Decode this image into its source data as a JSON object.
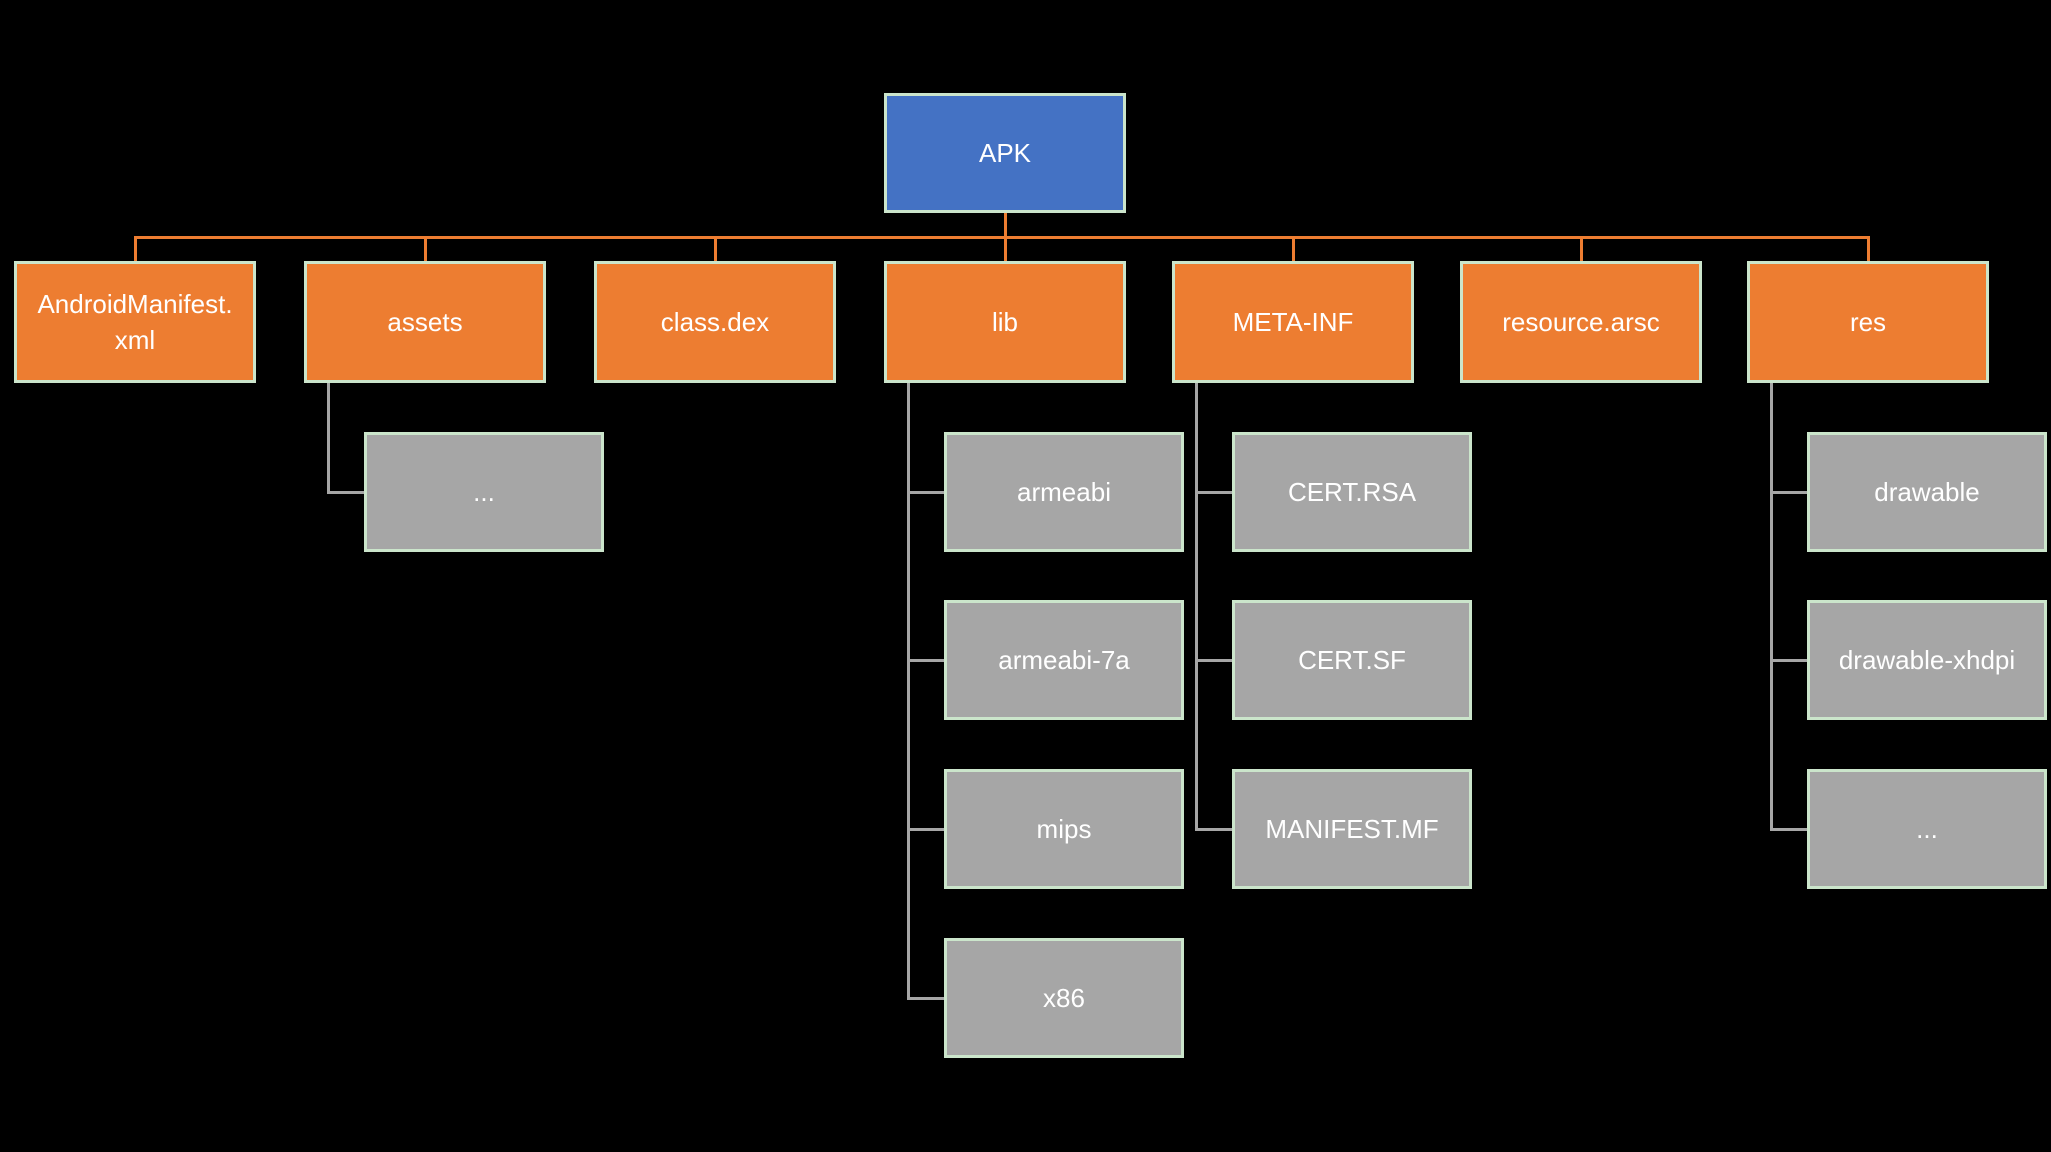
{
  "diagram": {
    "description": "APK file structure tree diagram",
    "colors": {
      "background": "#000000",
      "root_fill": "#4472C4",
      "branch_fill": "#ED7D31",
      "leaf_fill": "#A6A6A6",
      "box_border": "#CBE5CB",
      "branch_connector": "#ED7D31",
      "leaf_connector": "#A6A6A6",
      "text": "#FFFFFF"
    },
    "root": {
      "label": "APK"
    },
    "branches": [
      {
        "label": "AndroidManifest.\nxml",
        "children": []
      },
      {
        "label": "assets",
        "children": [
          {
            "label": "..."
          }
        ]
      },
      {
        "label": "class.dex",
        "children": []
      },
      {
        "label": "lib",
        "children": [
          {
            "label": "armeabi"
          },
          {
            "label": "armeabi-7a"
          },
          {
            "label": "mips"
          },
          {
            "label": "x86"
          }
        ]
      },
      {
        "label": "META-INF",
        "children": [
          {
            "label": "CERT.RSA"
          },
          {
            "label": "CERT.SF"
          },
          {
            "label": "MANIFEST.MF"
          }
        ]
      },
      {
        "label": "resource.arsc",
        "children": []
      },
      {
        "label": "res",
        "children": [
          {
            "label": "drawable"
          },
          {
            "label": "drawable-xhdpi"
          },
          {
            "label": "..."
          }
        ]
      }
    ]
  }
}
